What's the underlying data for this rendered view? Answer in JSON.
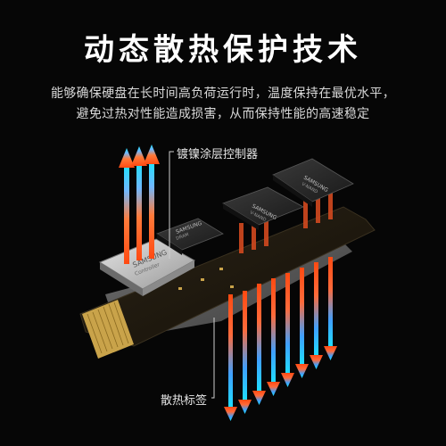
{
  "title": "动态散热保护技术",
  "description": {
    "line1": "能够确保硬盘在长时间高负荷运行时，温度保持在最优水平，",
    "line2": "避免过热对性能造成损害，从而保持性能的高速稳定"
  },
  "callouts": {
    "controller": "镀镍涂层控制器",
    "heat_label": "散热标签"
  },
  "chip_markings": {
    "controller": "SAMSUNG",
    "controller_sub": "Controller",
    "dram": "SAMSUNG",
    "dram_sub": "DRAM",
    "nand": "SAMSUNG",
    "nand_sub": "V-NAND"
  },
  "colors": {
    "background": "#060606",
    "pcb": "#1e1a12",
    "label_plate": "#5c5c5c",
    "arrow_hot": "#ff5a1f",
    "arrow_cool": "#1ec8ff"
  }
}
